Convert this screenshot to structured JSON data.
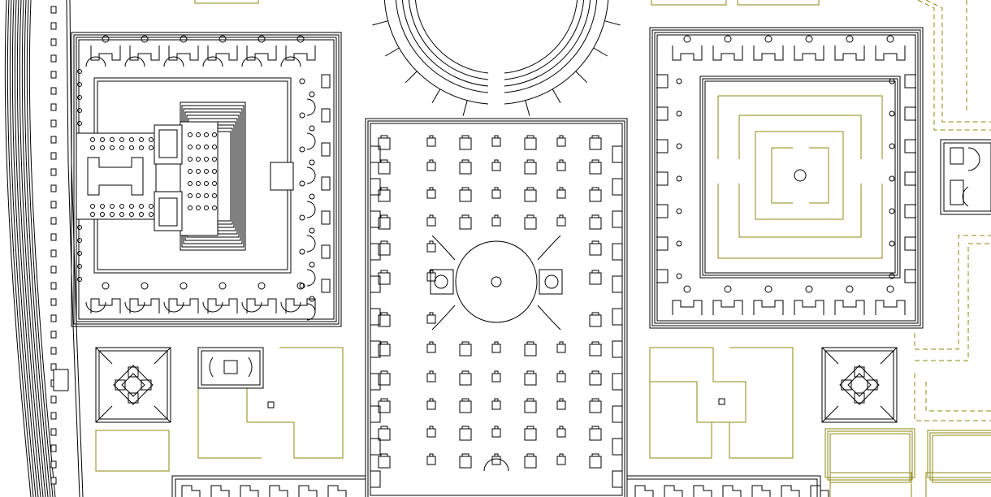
{
  "drawing": {
    "ink_color": "#000000",
    "olive_color": "#8c8a12",
    "background": "#ffffff"
  },
  "regions": [
    {
      "name": "riverbank-wall"
    },
    {
      "name": "temple-court"
    },
    {
      "name": "amphitheatre"
    },
    {
      "name": "central-hypostyle"
    },
    {
      "name": "labyrinth-court"
    },
    {
      "name": "knot-garden-left"
    },
    {
      "name": "knot-garden-right"
    },
    {
      "name": "pavilion-square"
    },
    {
      "name": "east-annex"
    },
    {
      "name": "lower-arcade"
    },
    {
      "name": "garden-plots"
    }
  ]
}
